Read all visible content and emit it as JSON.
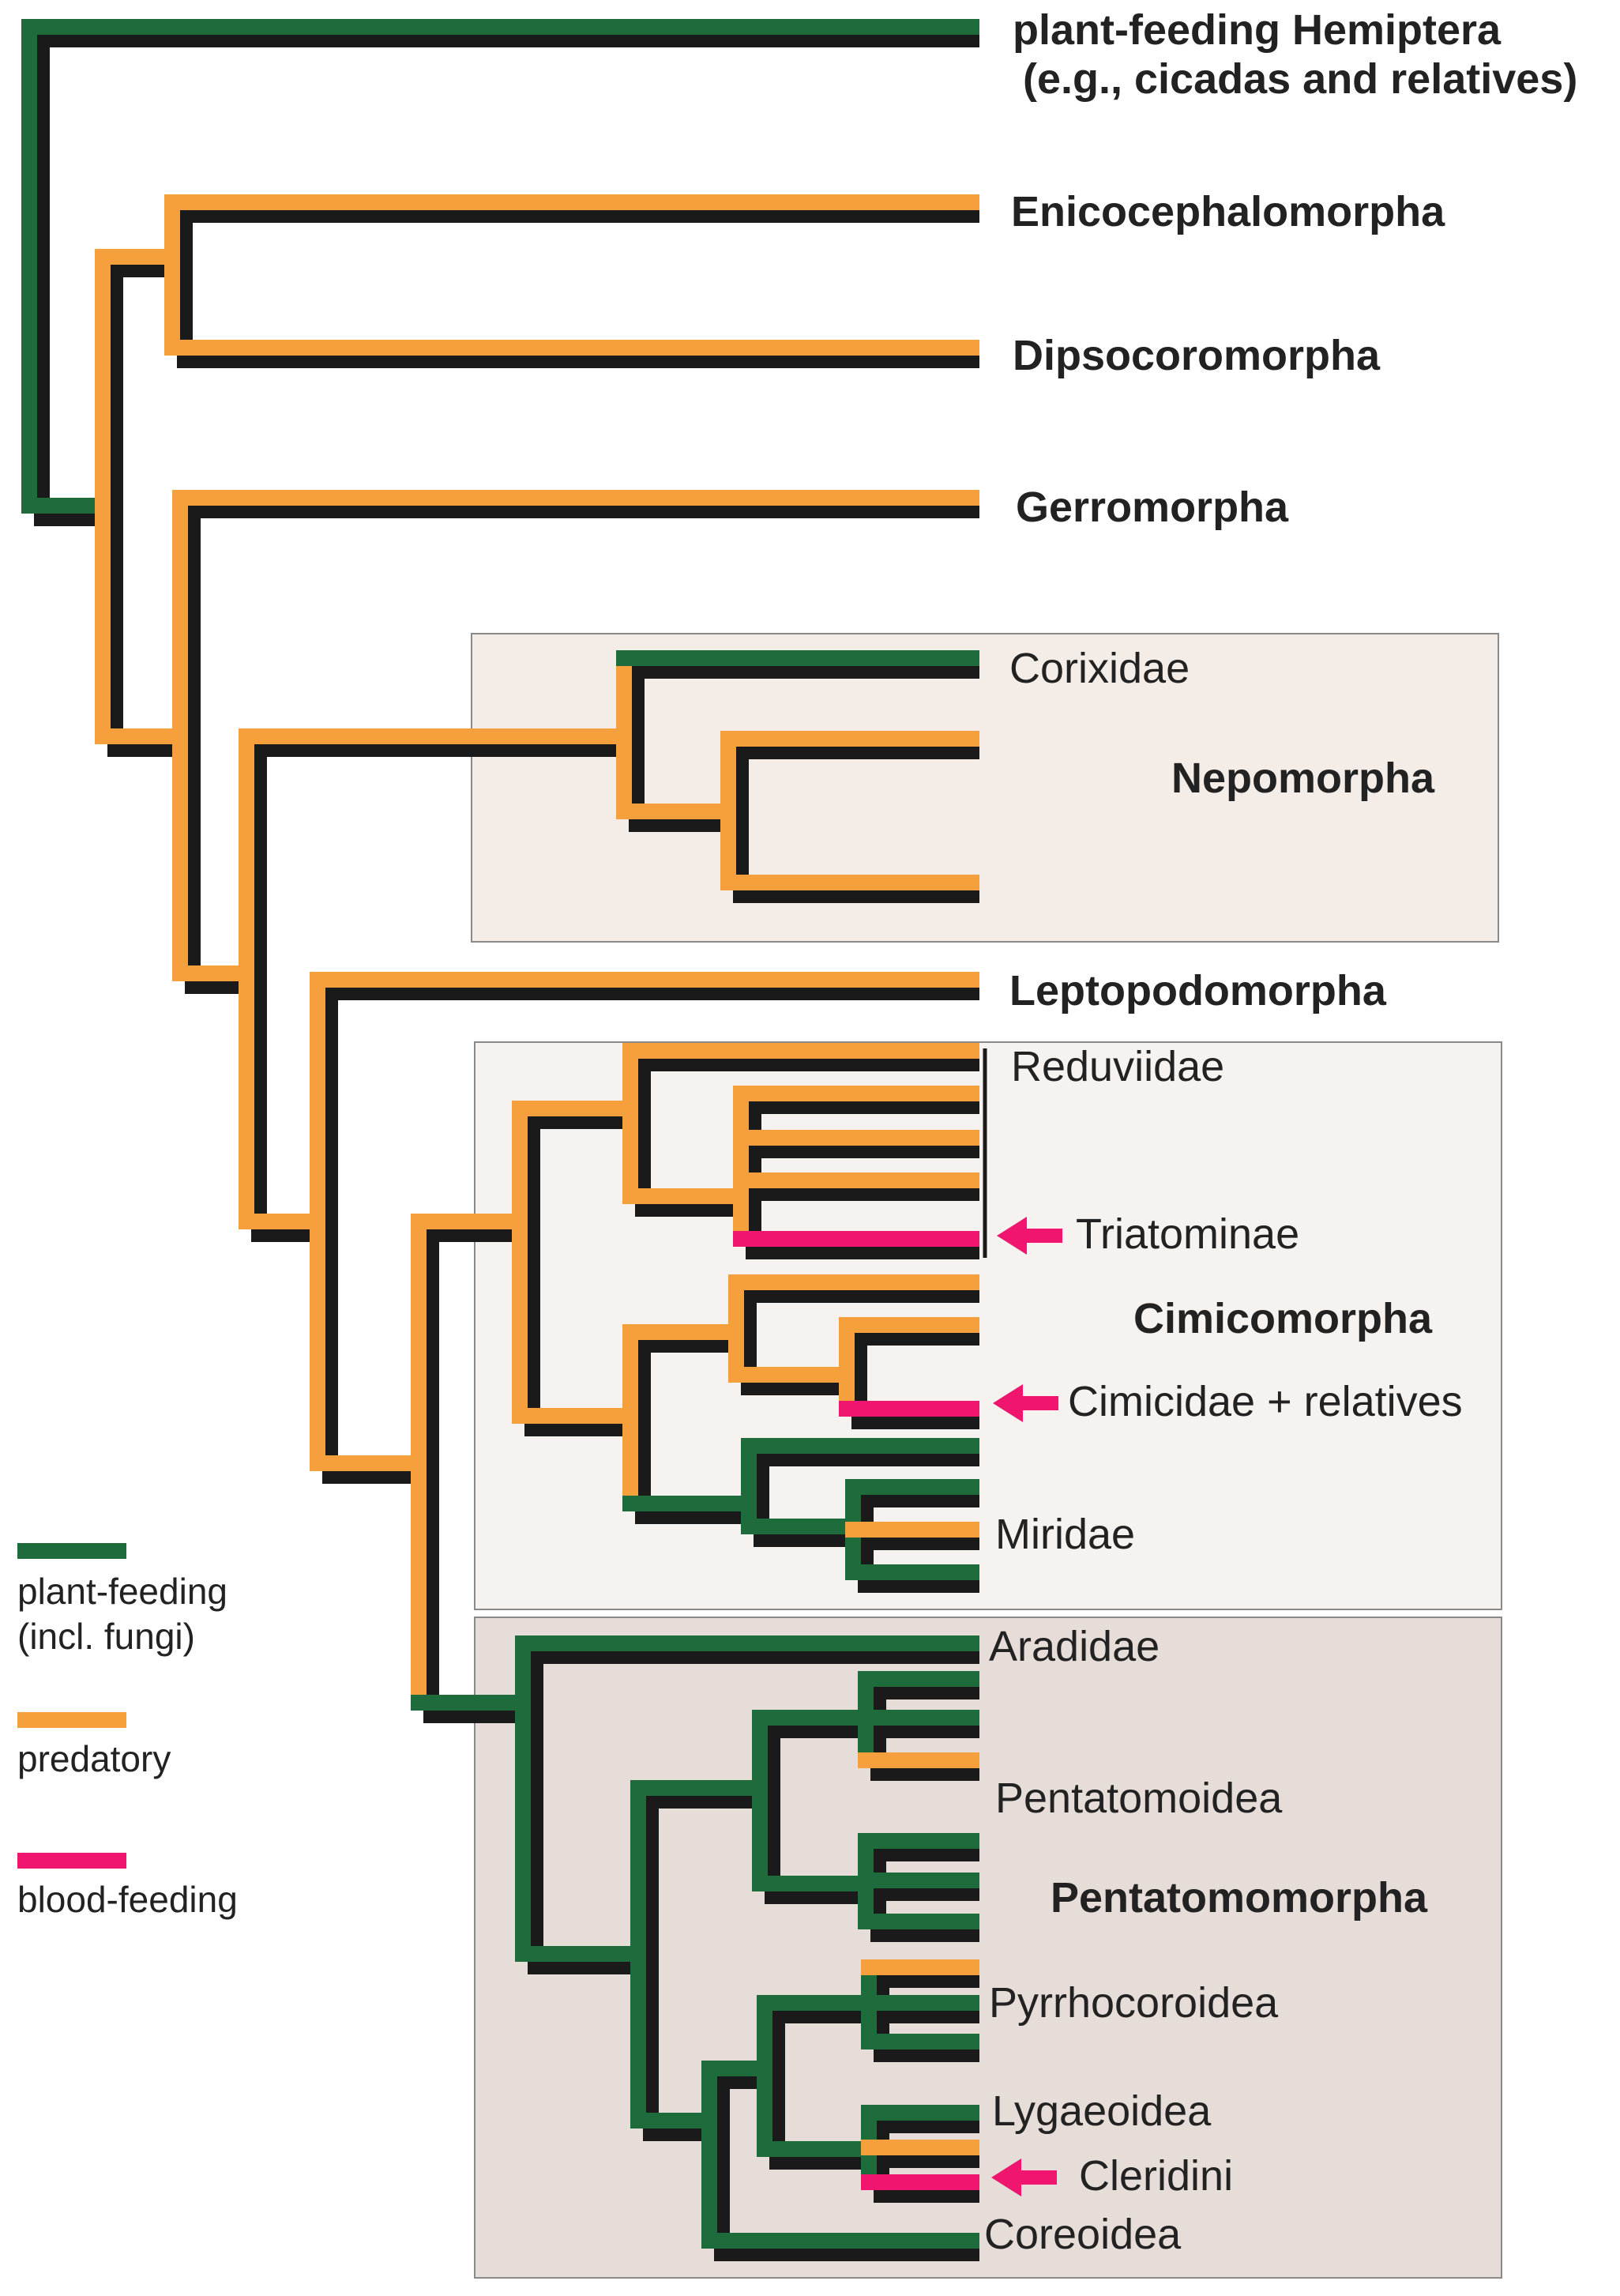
{
  "colors": {
    "plant": "#1e6b3c",
    "predatory": "#f5a03c",
    "blood": "#f0156e",
    "shadow": "#1a1a1a",
    "box_nepo": "#f4ece6",
    "box_cimi": "#f6f2ef",
    "box_penta": "#e6dcd8",
    "box_border": "#8a8a8a"
  },
  "labels": {
    "plant_hemiptera_1": "plant-feeding Hemiptera",
    "plant_hemiptera_2": "(e.g., cicadas and relatives)",
    "enicocephalomorpha": "Enicocephalomorpha",
    "dipsocoromorpha": "Dipsocoromorpha",
    "gerromorpha": "Gerromorpha",
    "corixidae": "Corixidae",
    "nepomorpha": "Nepomorpha",
    "leptopodomorpha": "Leptopodomorpha",
    "reduviidae": "Reduviidae",
    "triatominae": "Triatominae",
    "cimicomorpha": "Cimicomorpha",
    "cimicidae": "Cimicidae + relatives",
    "miridae": "Miridae",
    "aradidae": "Aradidae",
    "pentatomoidea": "Pentatomoidea",
    "pentatomomorpha": "Pentatomomorpha",
    "pyrrhocoroidea": "Pyrrhocoroidea",
    "lygaeoidea": "Lygaeoidea",
    "cleridini": "Cleridini",
    "coreoidea": "Coreoidea"
  },
  "legend": {
    "plant_1": "plant-feeding",
    "plant_2": "(incl. fungi)",
    "predatory": "predatory",
    "blood": "blood-feeding"
  }
}
